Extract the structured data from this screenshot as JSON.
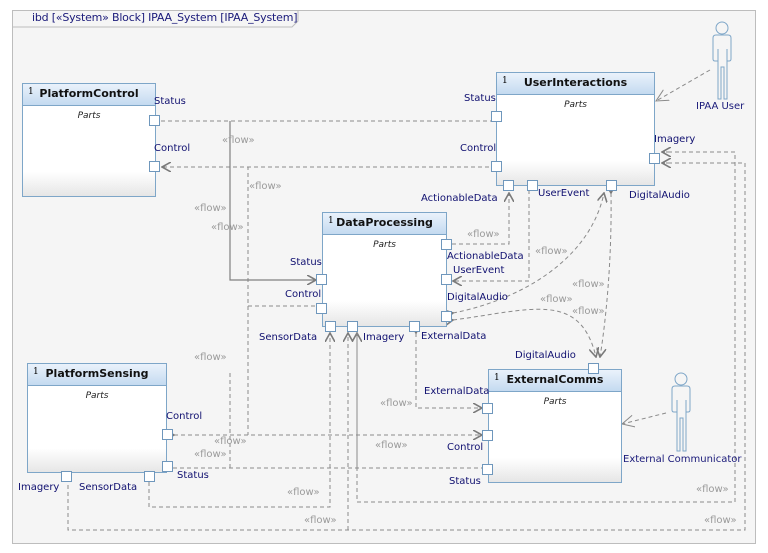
{
  "diagram": {
    "frame_title": "ibd [«System» Block] IPAA_System [IPAA_System]",
    "flow_stereotype": "«flow»",
    "colors": {
      "frame_bg": "#f5f5f5",
      "block_border": "#7ea6c8",
      "port_label": "#101070",
      "connector": "#808080",
      "flow_label": "#9a9a9a"
    }
  },
  "blocks": {
    "platform_control": {
      "multiplicity": "1",
      "name": "PlatformControl",
      "compartment": "Parts",
      "ports": {
        "status": "Status",
        "control": "Control"
      }
    },
    "user_interactions": {
      "multiplicity": "1",
      "name": "UserInteractions",
      "compartment": "Parts",
      "ports": {
        "status": "Status",
        "control": "Control",
        "actionable_data": "ActionableData",
        "user_event": "UserEvent",
        "digital_audio": "DigitalAudio",
        "imagery": "Imagery"
      }
    },
    "data_processing": {
      "multiplicity": "1",
      "name": "DataProcessing",
      "compartment": "Parts",
      "ports": {
        "status": "Status",
        "control": "Control",
        "actionable_data": "ActionableData",
        "user_event": "UserEvent",
        "digital_audio": "DigitalAudio",
        "sensor_data": "SensorData",
        "imagery": "Imagery",
        "external_data": "ExternalData"
      }
    },
    "platform_sensing": {
      "multiplicity": "1",
      "name": "PlatformSensing",
      "compartment": "Parts",
      "ports": {
        "control": "Control",
        "status": "Status",
        "imagery": "Imagery",
        "sensor_data": "SensorData"
      }
    },
    "external_comms": {
      "multiplicity": "1",
      "name": "ExternalComms",
      "compartment": "Parts",
      "ports": {
        "digital_audio": "DigitalAudio",
        "external_data": "ExternalData",
        "control": "Control",
        "status": "Status"
      }
    }
  },
  "actors": {
    "ipaa_user": {
      "name": "IPAA User"
    },
    "external_communicator": {
      "name": "External Communicator"
    }
  }
}
